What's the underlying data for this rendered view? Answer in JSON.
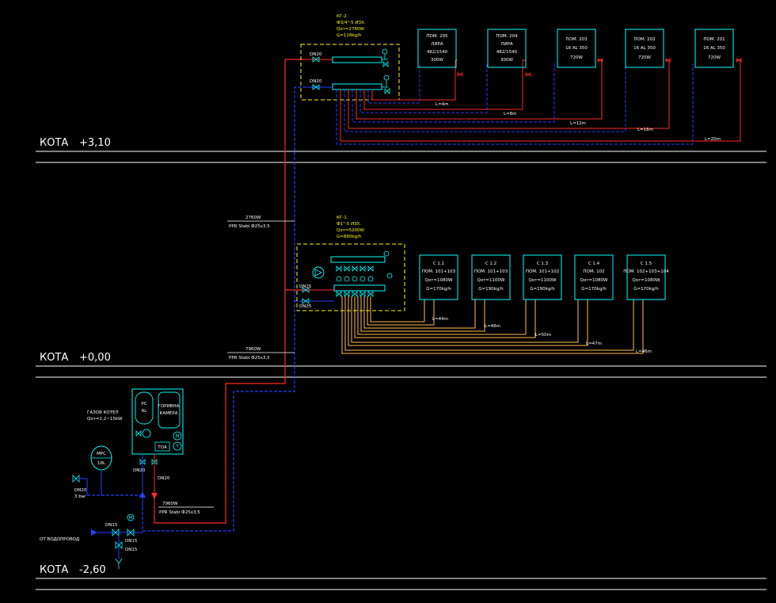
{
  "colors": {
    "background": "#000000",
    "supply": "#ff2a2a",
    "return": "#2a3cff",
    "floor_heating": "#ffc04d",
    "radiator": "#00ffff",
    "manifold": "#ffff00",
    "boiler": "#00ffff",
    "text": "#ffffff",
    "floor_line": "#ffffff"
  },
  "levels": [
    {
      "label": "КОТА",
      "value": "+3,10"
    },
    {
      "label": "КОТА",
      "value": "+0,00"
    },
    {
      "label": "КОТА",
      "value": "-2,60"
    }
  ],
  "manifold_upper": {
    "title": "КГ-2",
    "spec": "Ф3/4\"-5 ИЗХ.",
    "power": "Qот=2760W",
    "flow": "G=118kg/h",
    "valve_top": "DN20",
    "valve_bottom": "DN20"
  },
  "manifold_lower": {
    "title": "КГ-1",
    "spec": "Ф1\"-5 ИЗХ.",
    "power": "Qот=5200W",
    "flow": "G=890kg/h",
    "valve_top": "DN25",
    "valve_bottom": "DN25"
  },
  "radiators": [
    {
      "room": "ПОМ. 205",
      "type": "ЛИРА",
      "size": "482/1540",
      "power": "300W"
    },
    {
      "room": "ПОМ. 204",
      "type": "ЛИРА",
      "size": "482/1540",
      "power": "300W"
    },
    {
      "room": "ПОМ. 203",
      "type": "16 AL 350",
      "size": "",
      "power": "720W"
    },
    {
      "room": "ПОМ. 202",
      "type": "16 AL 350",
      "size": "",
      "power": "720W"
    },
    {
      "room": "ПОМ. 201",
      "type": "16 AL 350",
      "size": "",
      "power": "720W"
    }
  ],
  "radiator_lengths": [
    "L=4m",
    "L=8m",
    "L=12m",
    "L=16m",
    "L=20m"
  ],
  "circuits": [
    {
      "name": "С 1.1",
      "room": "ПОМ. 101+103",
      "power": "Qот=1080W",
      "flow": "G=170kg/h"
    },
    {
      "name": "С 1.2",
      "room": "ПОМ. 101+103",
      "power": "Qот=1100W",
      "flow": "G=190kg/h"
    },
    {
      "name": "С 1.3",
      "room": "ПОМ. 101+102",
      "power": "Qот=1100W",
      "flow": "G=190kg/h"
    },
    {
      "name": "С 1.4",
      "room": "ПОМ. 102",
      "power": "Qот=1080W",
      "flow": "G=170kg/h"
    },
    {
      "name": "С 1.5",
      "room": "ПОМ. 102+103+104",
      "power": "Qот=1080W",
      "flow": "G=170kg/h"
    }
  ],
  "circuit_lengths": [
    "L=44m",
    "L=48m",
    "L=50m",
    "L=47m",
    "L=46m"
  ],
  "pipe_labels": [
    {
      "power": "2760W",
      "pipe": "PPR Stabi Ф25x3,5"
    },
    {
      "power": "7960W",
      "pipe": "PPR Stabi Ф25x3,5"
    },
    {
      "power": "7960W",
      "pipe": "PPR Stabi Ф25x3,5"
    }
  ],
  "boiler": {
    "label1": "ГАЗОВ КОТЕЛ",
    "label2": "Qот=2,2~15kW",
    "vessel_name": "РС",
    "vessel_vol": "6L",
    "chamber1": "ГОРИВНА",
    "chamber2": "КАМЕРА",
    "toa": "ТОА",
    "m": "М",
    "t": "Т",
    "valve1": "DN20",
    "valve2": "DN20"
  },
  "expansion_vessel": {
    "name": "МРС",
    "volume": "18L"
  },
  "relief_valve": {
    "size": "DN20",
    "pressure": "3 bar"
  },
  "water_inlet": {
    "label": "ОТ ВОДОПРОВОД",
    "valve1": "DN15",
    "valve2": "DN15",
    "valve3": "DN15",
    "m": "М"
  }
}
